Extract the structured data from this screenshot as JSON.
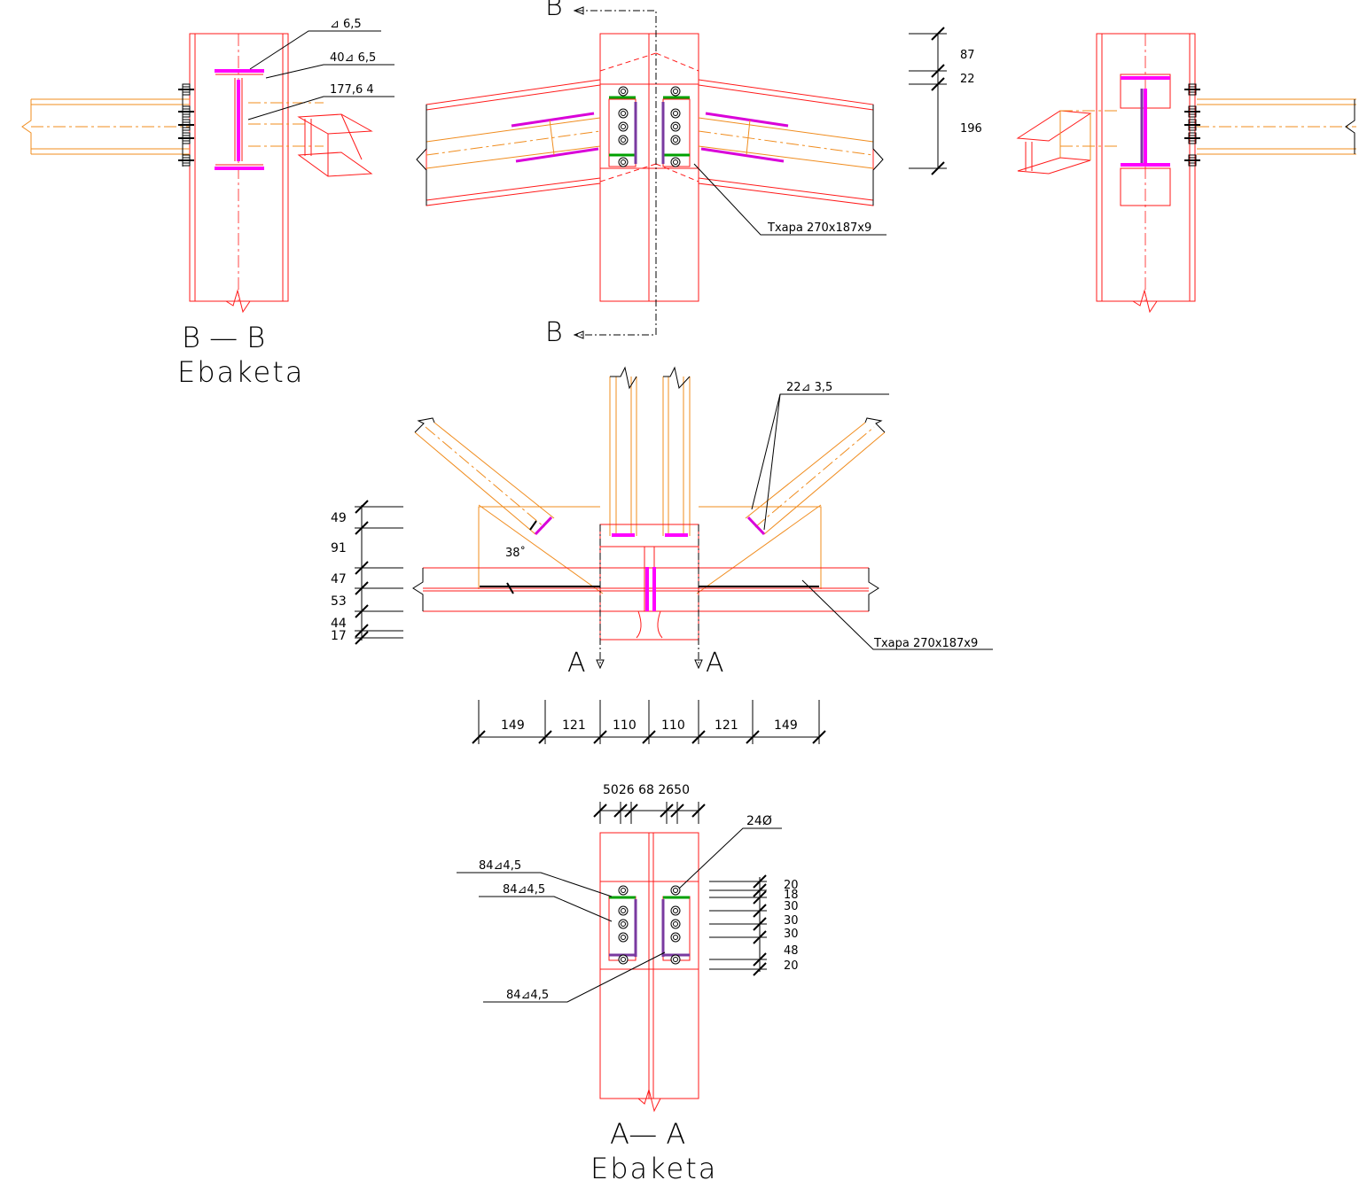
{
  "colors": {
    "steel_outline": "#ff1a1a",
    "beam_outline": "#f08c1e",
    "weld": "#ff00ff",
    "dimension": "#000000",
    "plate_green": "#00a000",
    "plate_purple": "#7a3aa0"
  },
  "section_bb": {
    "title_line1": "B  —  B",
    "title_line2": "Ebaketa",
    "weld_labels": [
      "⊿ 6,5",
      "40⊿ 6,5",
      "177,6  4"
    ]
  },
  "elevation": {
    "section_mark_top": "B",
    "section_mark_bottom": "B",
    "plate_label": "Txapa  270x187x9",
    "dims_right": [
      "87",
      "22",
      "196"
    ]
  },
  "plan": {
    "weld_label": "22⊿ 3,5",
    "angle": "38˚",
    "plate_label": "Txapa  270x187x9",
    "dims_left": [
      "49",
      "91",
      "47",
      "53",
      "44",
      "17"
    ],
    "section_mark_left": "A",
    "section_mark_right": "A",
    "dims_bottom": [
      "149",
      "121",
      "110",
      "110",
      "121",
      "149"
    ]
  },
  "section_aa": {
    "title_line1": "A—  A",
    "title_line2": "Ebaketa",
    "dims_top": "5026 68 2650",
    "bolt_label": "24Ø",
    "weld_labels": [
      "84⊿4,5",
      "84⊿4,5",
      "84⊿4,5"
    ],
    "dims_right": [
      "20",
      "18",
      "30",
      "30",
      "30",
      "48",
      "20"
    ]
  }
}
